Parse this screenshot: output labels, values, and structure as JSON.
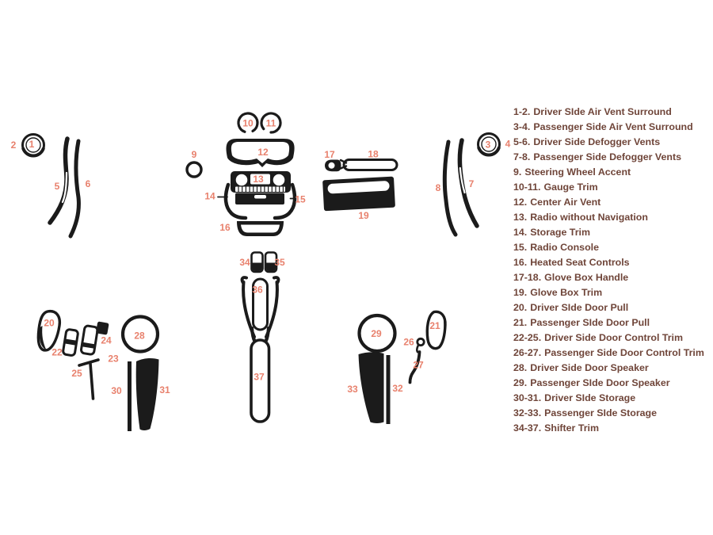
{
  "colors": {
    "background": "#ffffff",
    "part_ink": "#1b1b1b",
    "number_label": "#e8816d",
    "legend_text": "#6f4539"
  },
  "diagram": {
    "numbers": {
      "n1": "1",
      "n2": "2",
      "n3": "3",
      "n4": "4",
      "n5": "5",
      "n6": "6",
      "n7": "7",
      "n8": "8",
      "n9": "9",
      "n10": "10",
      "n11": "11",
      "n12": "12",
      "n13": "13",
      "n14": "14",
      "n15": "15",
      "n16": "16",
      "n17": "17",
      "n18": "18",
      "n19": "19",
      "n20": "20",
      "n21": "21",
      "n22": "22",
      "n23": "23",
      "n24": "24",
      "n25": "25",
      "n26": "26",
      "n27": "27",
      "n28": "28",
      "n29": "29",
      "n30": "30",
      "n31": "31",
      "n32": "32",
      "n33": "33",
      "n34": "34",
      "n35": "35",
      "n36": "36",
      "n37": "37"
    }
  },
  "legend": {
    "items": [
      {
        "num": "1-2.",
        "label": "Driver SIde Air Vent Surround"
      },
      {
        "num": "3-4.",
        "label": "Passenger Side Air Vent Surround"
      },
      {
        "num": "5-6.",
        "label": "Driver Side Defogger Vents"
      },
      {
        "num": "7-8.",
        "label": "Passenger Side Defogger Vents"
      },
      {
        "num": "9.",
        "label": "Steering Wheel Accent"
      },
      {
        "num": "10-11.",
        "label": "Gauge Trim"
      },
      {
        "num": "12.",
        "label": "Center Air Vent"
      },
      {
        "num": "13.",
        "label": "Radio without Navigation"
      },
      {
        "num": "14.",
        "label": "Storage Trim"
      },
      {
        "num": "15.",
        "label": "Radio Console"
      },
      {
        "num": "16.",
        "label": "Heated Seat Controls"
      },
      {
        "num": "17-18.",
        "label": "Glove Box Handle"
      },
      {
        "num": "19.",
        "label": "Glove Box Trim"
      },
      {
        "num": "20.",
        "label": "Driver SIde Door Pull"
      },
      {
        "num": "21.",
        "label": "Passenger SIde Door Pull"
      },
      {
        "num": "22-25.",
        "label": "Driver Side Door Control Trim"
      },
      {
        "num": "26-27.",
        "label": "Passenger Side Door Control Trim"
      },
      {
        "num": "28.",
        "label": "Driver Side Door Speaker"
      },
      {
        "num": "29.",
        "label": "Passenger SIde Door Speaker"
      },
      {
        "num": "30-31.",
        "label": "Driver SIde Storage"
      },
      {
        "num": "32-33.",
        "label": "Passenger SIde Storage"
      },
      {
        "num": "34-37.",
        "label": "Shifter Trim"
      }
    ]
  }
}
